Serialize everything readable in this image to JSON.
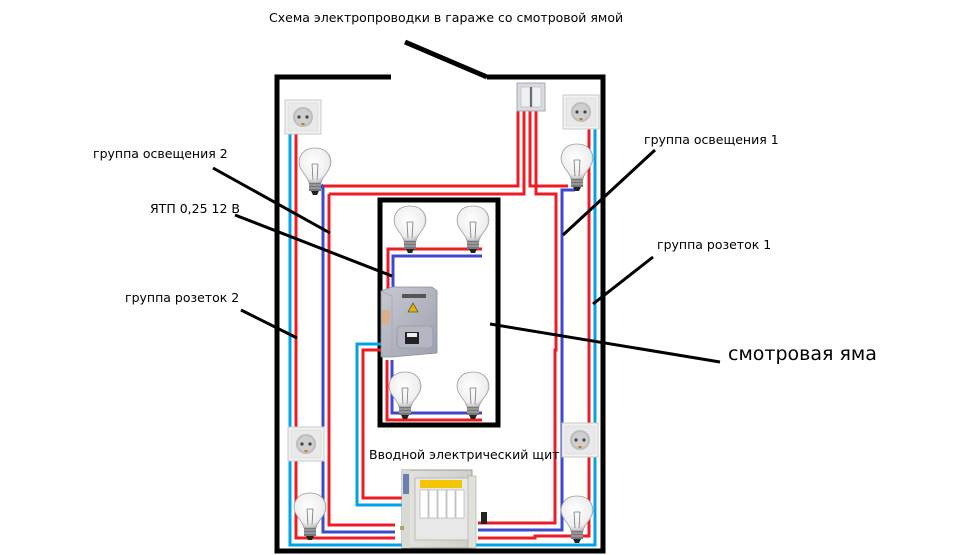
{
  "title": "Схема электропроводки в гараже со смотровой ямой",
  "labels": {
    "lighting_group_2": "группа освещения 2",
    "transformer": "ЯТП 0,25 12 В",
    "sockets_group_2": "группа розеток 2",
    "lighting_group_1": "группа освещения 1",
    "sockets_group_1": "группа розеток 1",
    "inspection_pit": "смотровая яма",
    "main_panel": "Вводной электрический щит"
  },
  "colors": {
    "wall": "#000000",
    "phase_wire": "#ed1c24",
    "neutral_wire": "#3f48cc",
    "socket_wire": "#00a2e8"
  },
  "legend_components": {
    "sockets": 4,
    "garage_lamps": 4,
    "pit_lamps": 4,
    "switches": 1,
    "transformers": 1,
    "panels": 1
  }
}
